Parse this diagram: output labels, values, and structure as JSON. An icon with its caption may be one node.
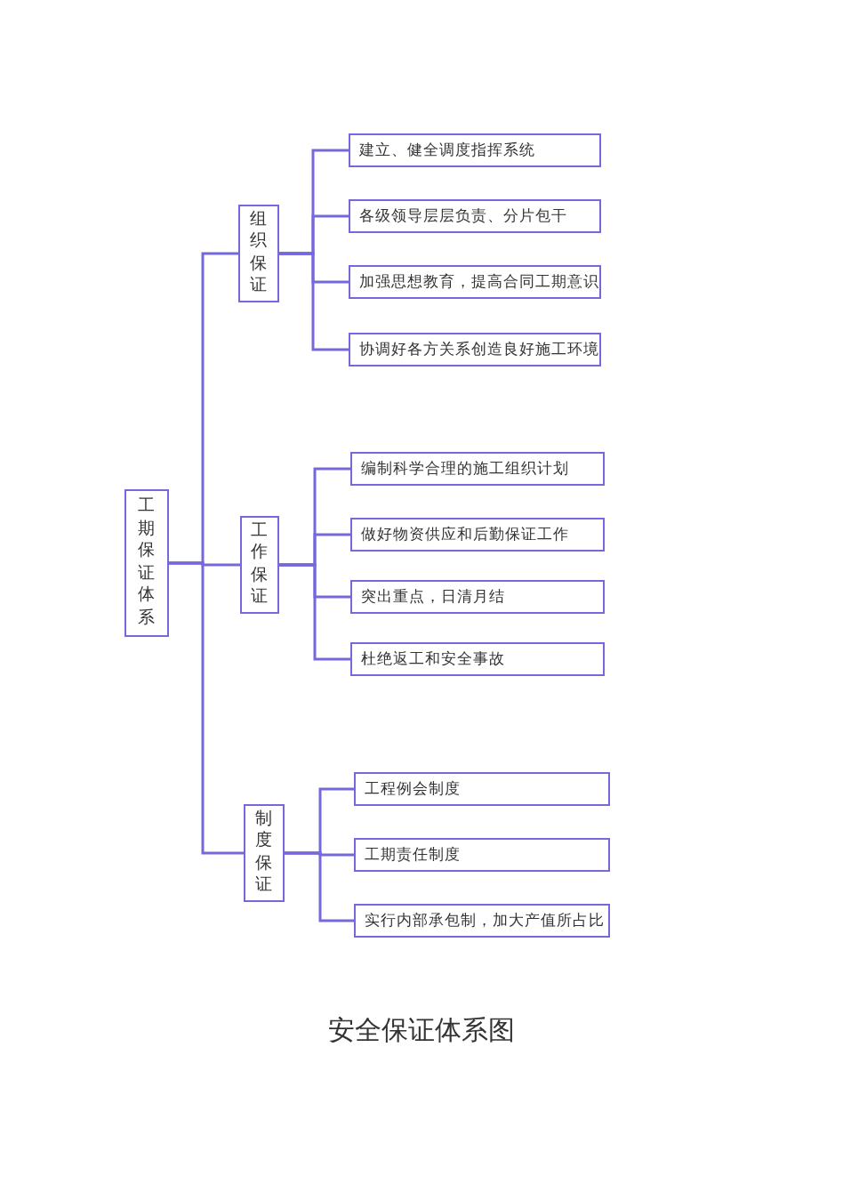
{
  "diagram": {
    "caption": "安全保证体系图",
    "nodes": [
      {
        "text": [
          "工期保证体系"
        ]
      },
      {
        "text": [
          "组织保证"
        ]
      },
      {
        "text": [
          "建立、健全调度指挥系统"
        ]
      },
      {
        "text": [
          "各级领导层层负责、分片包干"
        ]
      },
      {
        "text": [
          "加强思想教育，提高合同工期意识"
        ]
      },
      {
        "text": [
          "协调好各方关系创造良好施工环境"
        ]
      },
      {
        "text": [
          "工作保证"
        ]
      },
      {
        "text": [
          "编制科学合理的施工组织计划"
        ]
      },
      {
        "text": [
          "做好物资供应和后勤保证工作"
        ]
      },
      {
        "text": [
          "突出重点，日清月结"
        ]
      },
      {
        "text": [
          "杜绝返工和安全事故"
        ]
      },
      {
        "text": [
          "制度保证"
        ]
      },
      {
        "text": [
          "工程例会制度"
        ]
      },
      {
        "text": [
          "工期责任制度"
        ]
      },
      {
        "text": [
          "实行内部承包制，加大产值所占比"
        ]
      }
    ],
    "edges": [
      {
        "from": 0,
        "to": 1,
        "arrow": "none"
      },
      {
        "from": 0,
        "to": 6,
        "arrow": "none"
      },
      {
        "from": 0,
        "to": 11,
        "arrow": "none"
      },
      {
        "from": 1,
        "to": 2,
        "arrow": "none"
      },
      {
        "from": 1,
        "to": 3,
        "arrow": "none"
      },
      {
        "from": 1,
        "to": 4,
        "arrow": "none"
      },
      {
        "from": 1,
        "to": 5,
        "arrow": "none"
      },
      {
        "from": 6,
        "to": 7,
        "arrow": "none"
      },
      {
        "from": 6,
        "to": 8,
        "arrow": "none"
      },
      {
        "from": 6,
        "to": 9,
        "arrow": "none"
      },
      {
        "from": 6,
        "to": 10,
        "arrow": "none"
      },
      {
        "from": 11,
        "to": 12,
        "arrow": "none"
      },
      {
        "from": 11,
        "to": 13,
        "arrow": "none"
      },
      {
        "from": 11,
        "to": 14,
        "arrow": "none"
      }
    ]
  }
}
